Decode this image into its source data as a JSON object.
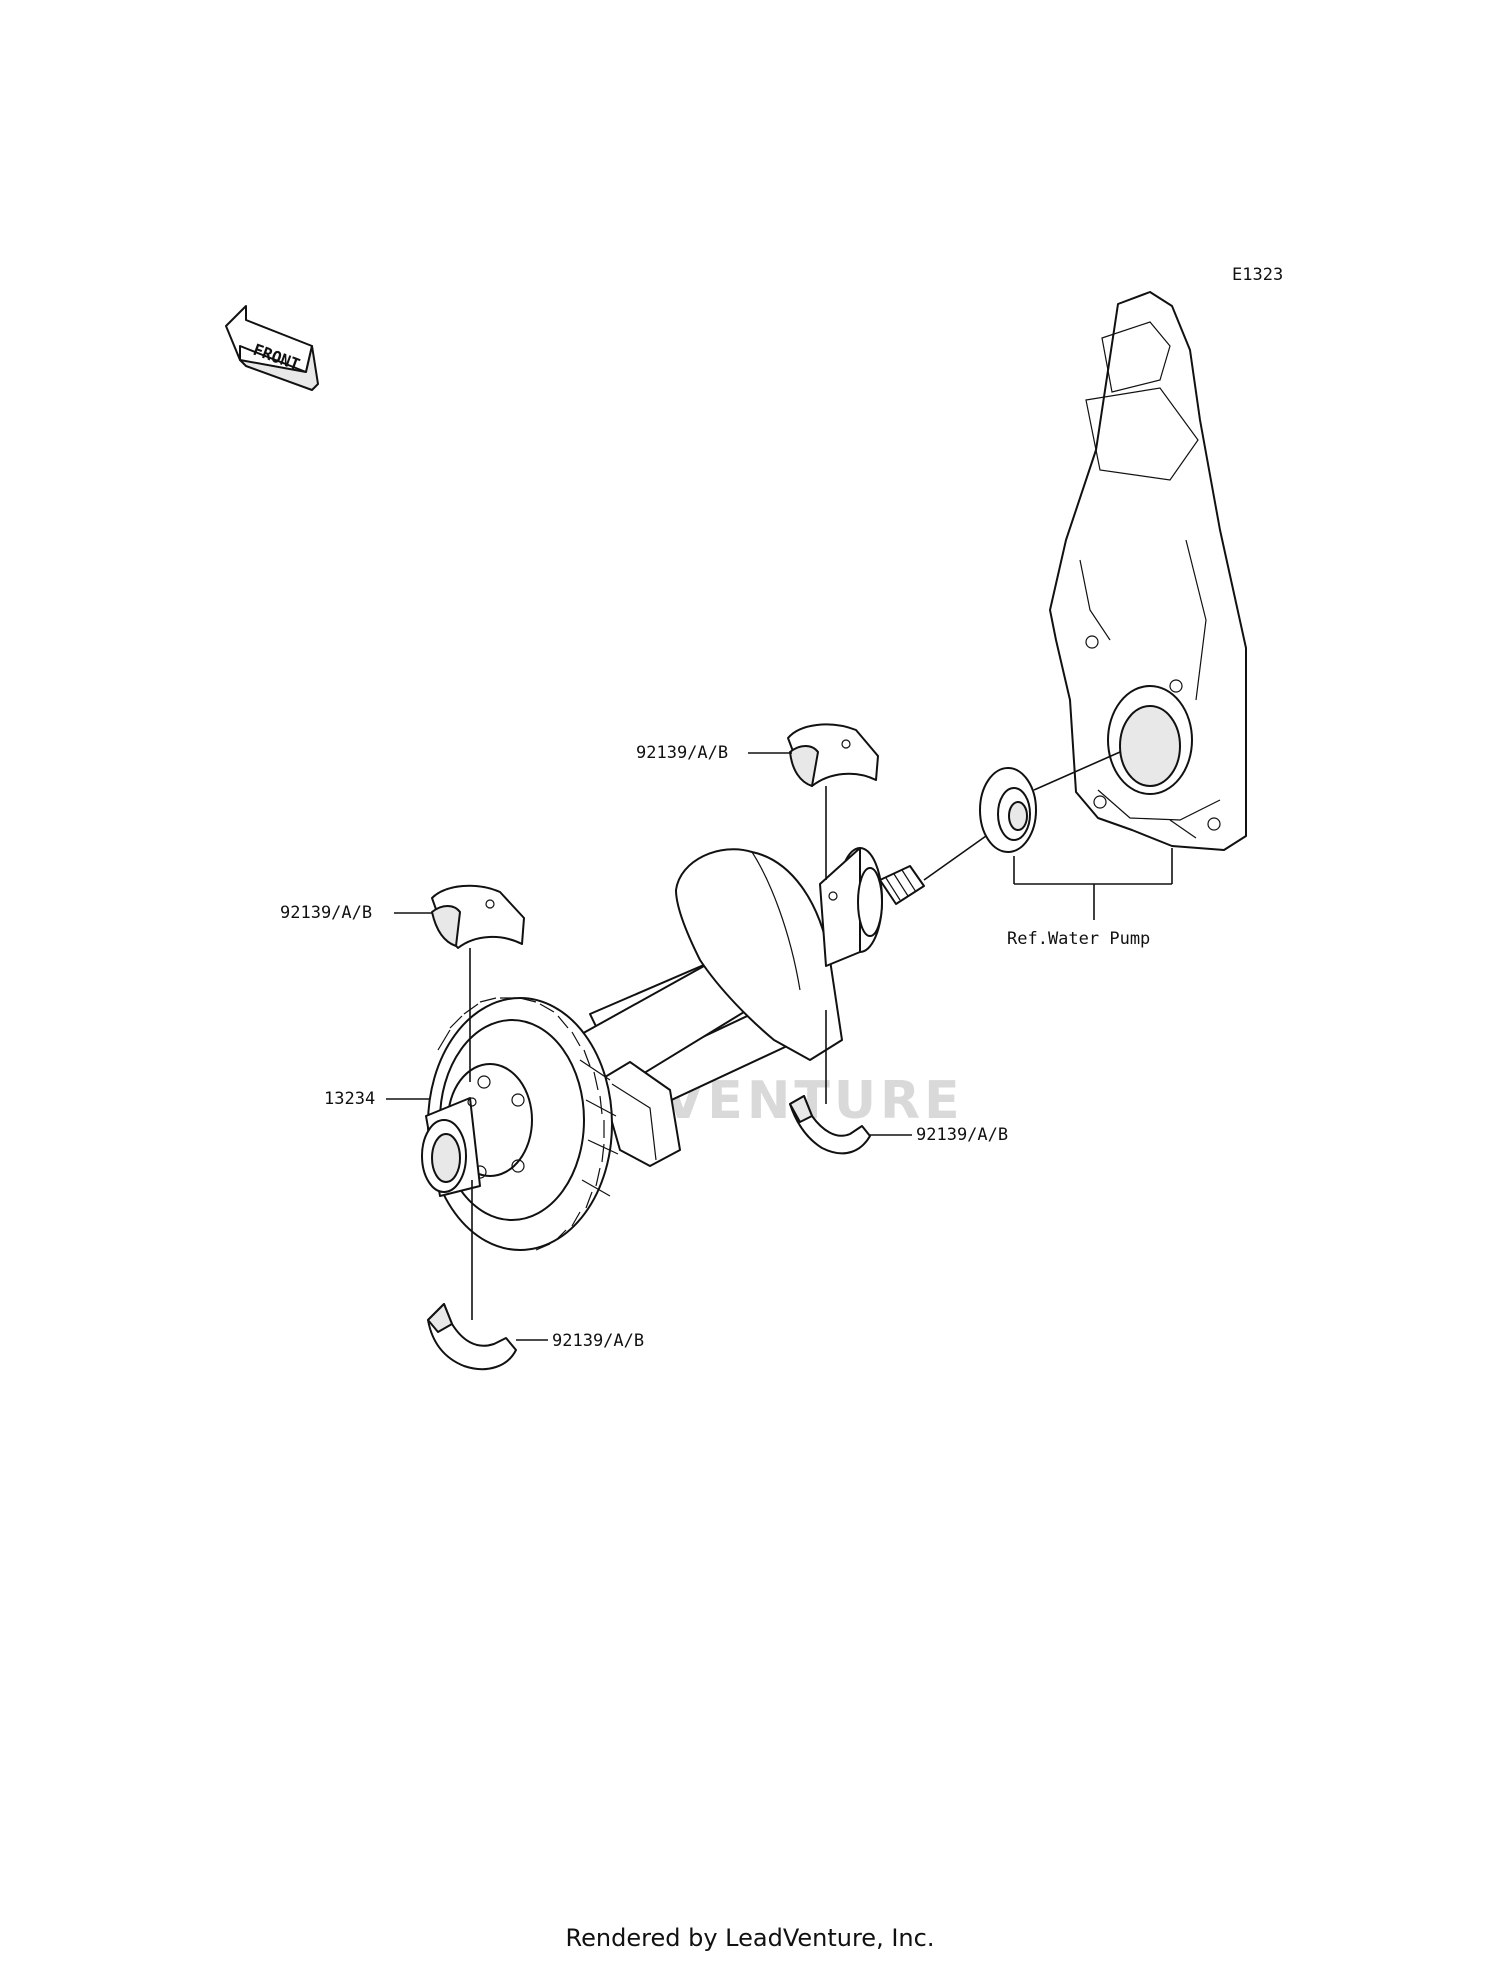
{
  "diagram_code": "E1323",
  "front_arrow_label": "FRONT",
  "watermark": "LEADVENTURE",
  "callouts": {
    "bearing_top_right": "92139/A/B",
    "bearing_top_left": "92139/A/B",
    "balancer_shaft": "13234",
    "bearing_mid_right": "92139/A/B",
    "bearing_bottom_left": "92139/A/B",
    "water_pump_ref": "Ref.Water Pump"
  },
  "footer": "Rendered by LeadVenture, Inc."
}
